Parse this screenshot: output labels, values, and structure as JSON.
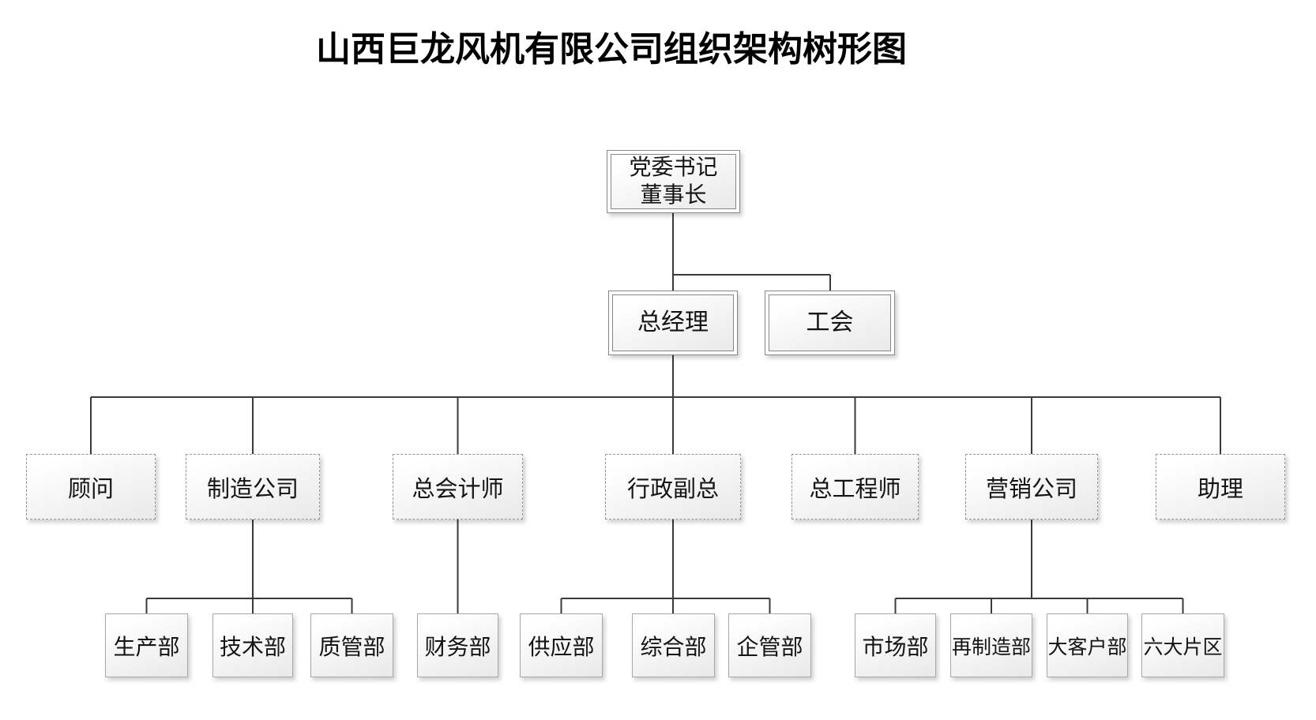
{
  "title": "山西巨龙风机有限公司组织架构树形图",
  "nodes": {
    "chairman": {
      "line1": "党委书记",
      "line2": "董事长"
    },
    "general_manager": {
      "label": "总经理"
    },
    "labor_union": {
      "label": "工会"
    },
    "advisor": {
      "label": "顾问"
    },
    "manufacturing_co": {
      "label": "制造公司"
    },
    "chief_accountant": {
      "label": "总会计师"
    },
    "admin_vp": {
      "label": "行政副总"
    },
    "chief_engineer": {
      "label": "总工程师"
    },
    "marketing_co": {
      "label": "营销公司"
    },
    "assistant": {
      "label": "助理"
    },
    "production_dept": {
      "label": "生产部"
    },
    "technology_dept": {
      "label": "技术部"
    },
    "quality_dept": {
      "label": "质管部"
    },
    "finance_dept": {
      "label": "财务部"
    },
    "supply_dept": {
      "label": "供应部"
    },
    "general_affairs_dept": {
      "label": "综合部"
    },
    "enterprise_mgmt_dept": {
      "label": "企管部"
    },
    "market_dept": {
      "label": "市场部"
    },
    "remanufacturing_dept": {
      "label": "再制造部"
    },
    "key_accounts_dept": {
      "label": "大客户部"
    },
    "six_regions_dept": {
      "label": "六大片区"
    }
  },
  "org_tree": {
    "label": "党委书记 董事长",
    "children": [
      {
        "label": "总经理",
        "children": [
          {
            "label": "顾问"
          },
          {
            "label": "制造公司",
            "children": [
              {
                "label": "生产部"
              },
              {
                "label": "技术部"
              },
              {
                "label": "质管部"
              }
            ]
          },
          {
            "label": "总会计师",
            "children": [
              {
                "label": "财务部"
              }
            ]
          },
          {
            "label": "行政副总",
            "children": [
              {
                "label": "供应部"
              },
              {
                "label": "综合部"
              },
              {
                "label": "企管部"
              }
            ]
          },
          {
            "label": "总工程师"
          },
          {
            "label": "营销公司",
            "children": [
              {
                "label": "市场部"
              },
              {
                "label": "再制造部"
              },
              {
                "label": "大客户部"
              },
              {
                "label": "六大片区"
              }
            ]
          },
          {
            "label": "助理"
          }
        ]
      },
      {
        "label": "工会"
      }
    ]
  }
}
